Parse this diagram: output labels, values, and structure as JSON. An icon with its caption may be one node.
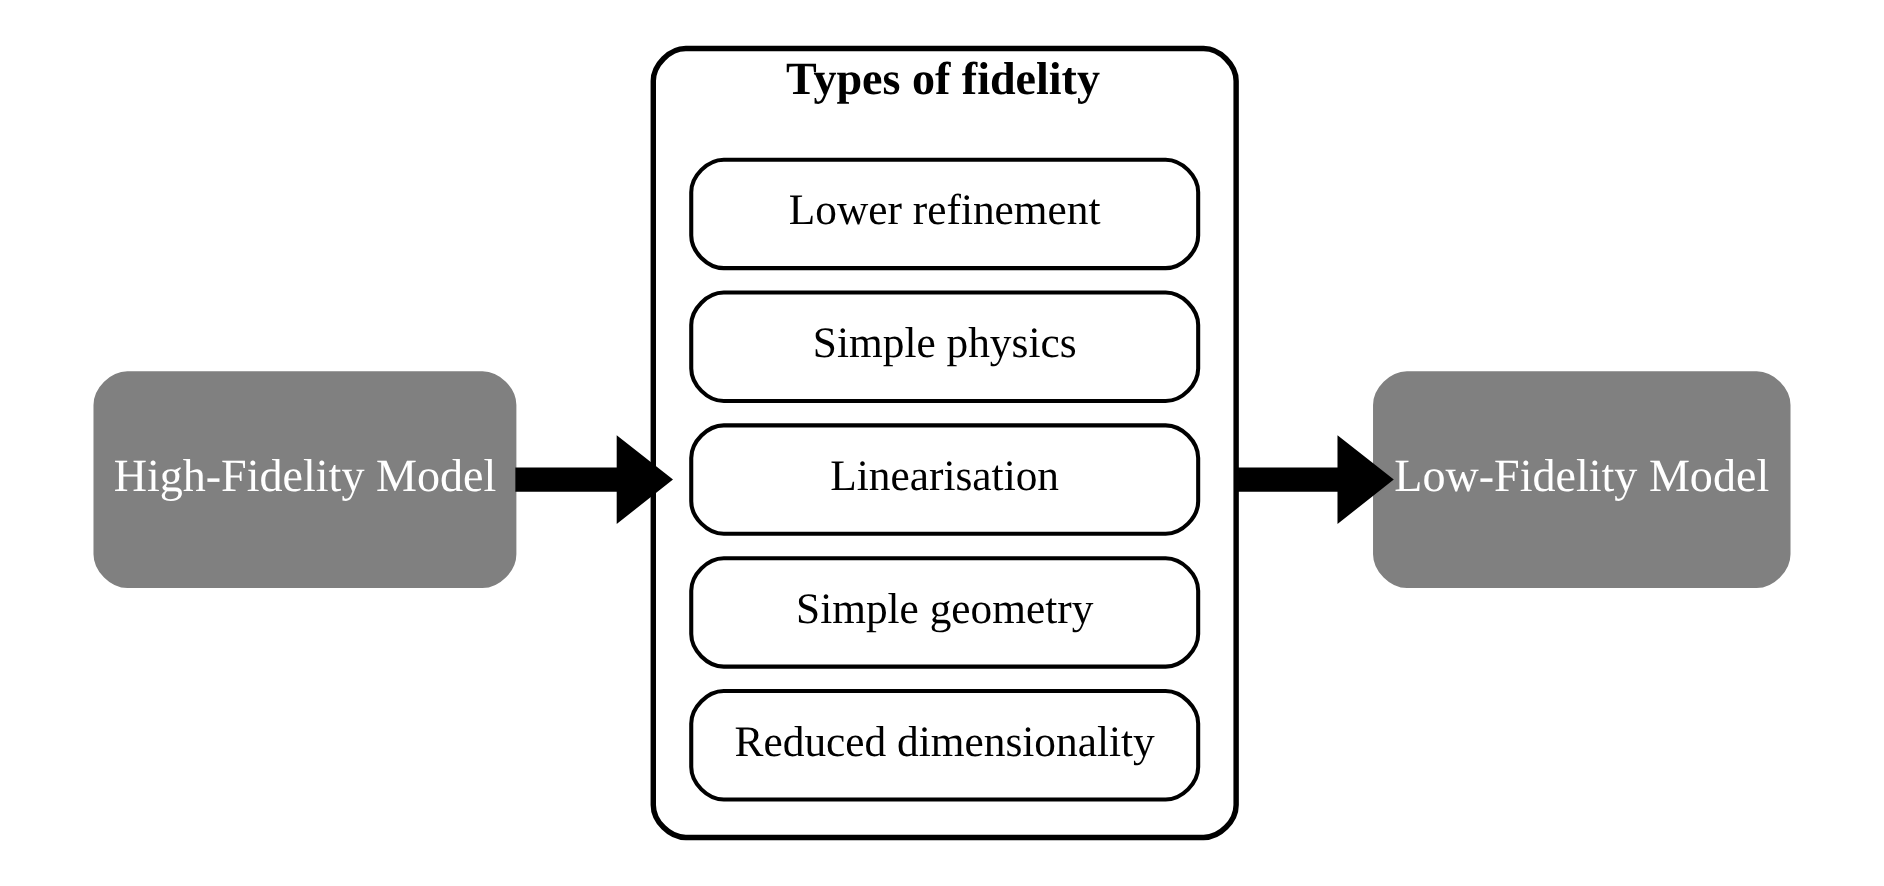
{
  "diagram": {
    "nodes": [
      {
        "text": [
          "High-Fidelity Model"
        ]
      },
      {
        "text": [
          "Types of fidelity"
        ]
      },
      {
        "text": [
          "Lower refinement"
        ],
        "in": 1
      },
      {
        "text": [
          "Simple physics"
        ],
        "in": 1
      },
      {
        "text": [
          "Linearisation"
        ],
        "in": 1
      },
      {
        "text": [
          "Simple geometry"
        ],
        "in": 1
      },
      {
        "text": [
          "Reduced dimensionality"
        ],
        "in": 1
      },
      {
        "text": [
          "Low-Fidelity Model"
        ]
      }
    ],
    "edges": [
      {
        "from": 0,
        "to": 1,
        "arrow": "to"
      },
      {
        "from": 1,
        "to": 7,
        "arrow": "to"
      }
    ]
  }
}
